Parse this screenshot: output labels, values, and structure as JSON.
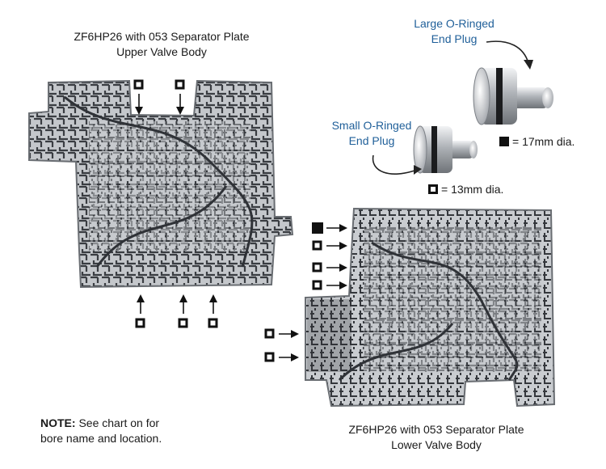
{
  "upper_title": {
    "line1": "ZF6HP26 with 053 Separator Plate",
    "line2": "Upper Valve Body"
  },
  "lower_title": {
    "line1": "ZF6HP26 with 053 Separator Plate",
    "line2": "Lower Valve Body"
  },
  "large_plug": {
    "line1": "Large O-Ringed",
    "line2": "End Plug"
  },
  "small_plug": {
    "line1": "Small O-Ringed",
    "line2": "End Plug"
  },
  "legend_17": "= 17mm dia.",
  "legend_13": "= 13mm dia.",
  "note": {
    "label": "NOTE:",
    "text1": " See chart on for",
    "text2": "bore name and location."
  },
  "colors": {
    "label_blue": "#1f5f99",
    "metal": "#b9bcc0",
    "text": "#1a1a1a"
  }
}
